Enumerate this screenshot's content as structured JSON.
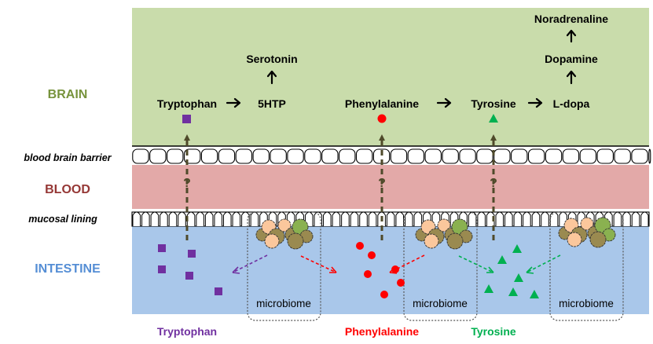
{
  "zones": {
    "brain": "BRAIN",
    "blood": "BLOOD",
    "intestine": "INTESTINE"
  },
  "barriers": {
    "bbb": "blood brain barrier",
    "mucosa": "mucosal lining"
  },
  "brain": {
    "tryptophan": "Tryptophan",
    "htp": "5HTP",
    "serotonin": "Serotonin",
    "phenylalanine": "Phenylalanine",
    "tyrosine": "Tyrosine",
    "ldopa": "L-dopa",
    "dopamine": "Dopamine",
    "noradrenaline": "Noradrenaline"
  },
  "unknown_marker": "?",
  "microbiome_label": "microbiome",
  "legend": {
    "tryptophan": "Tryptophan",
    "phenylalanine": "Phenylalanine",
    "tyrosine": "Tyrosine"
  },
  "colors": {
    "brain_bg": "#c9dcab",
    "blood_bg": "#e3a9a8",
    "intestine_bg": "#a9c7ea",
    "brain_text": "#77933c",
    "blood_text": "#953735",
    "intestine_text": "#558ed5",
    "tryptophan": "#7030a0",
    "phenylalanine": "#ff0000",
    "tyrosine": "#00b050",
    "transport_arrow": "#4f4a2a",
    "microbe_fill_1": "#9a8a50",
    "microbe_fill_2": "#fbc79c",
    "microbe_fill_3": "#8ab150"
  },
  "shapes": {
    "tryptophan": "square",
    "phenylalanine": "circle",
    "tyrosine": "triangle"
  }
}
